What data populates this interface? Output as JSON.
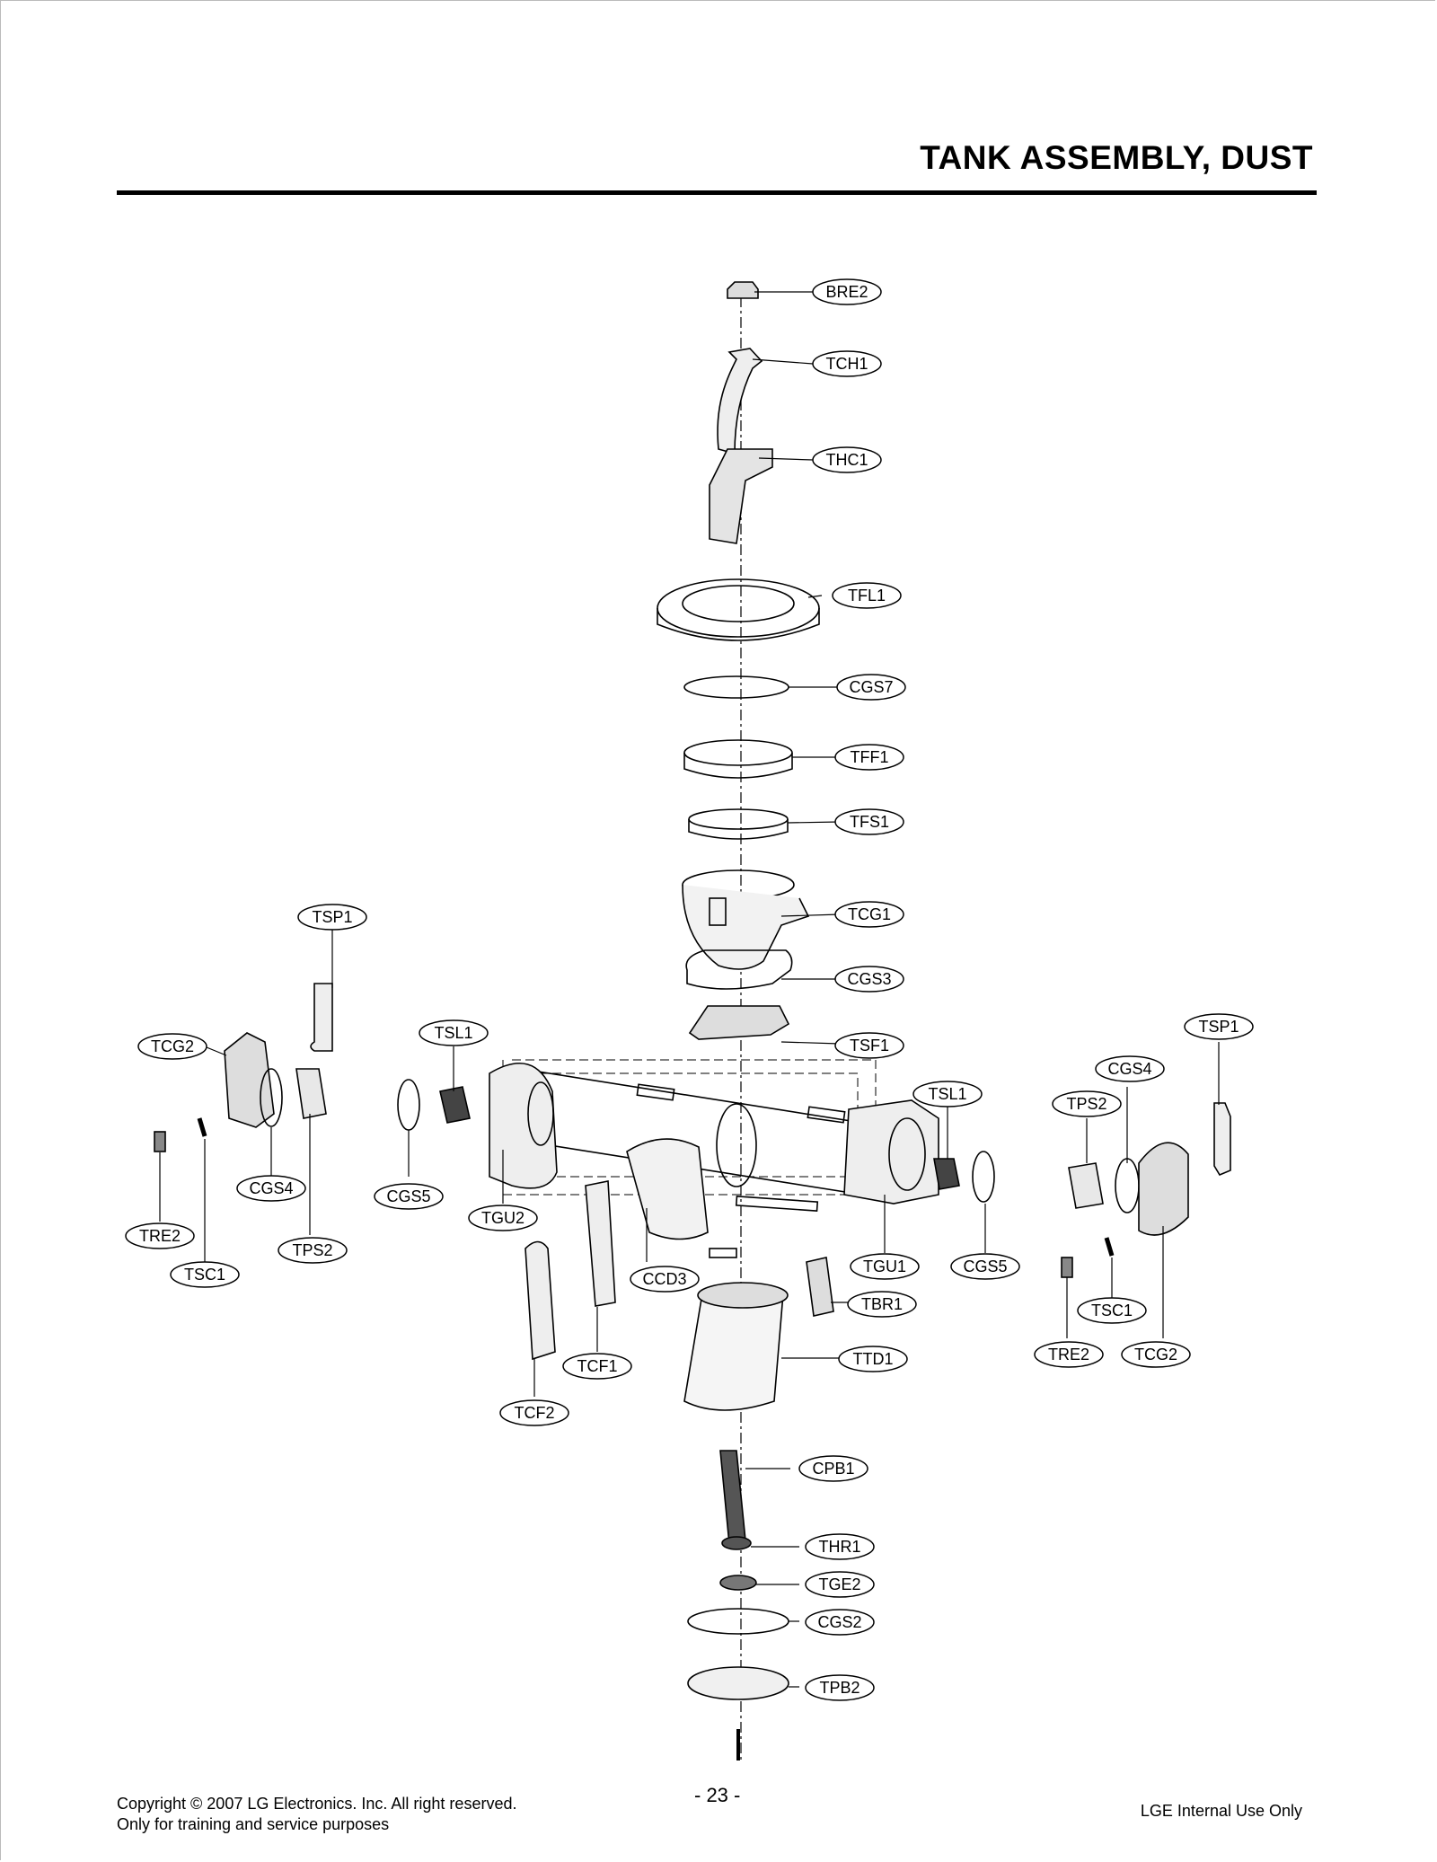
{
  "page": {
    "title": "TANK ASSEMBLY, DUST",
    "page_number": "- 23 -",
    "copyright": "Copyright © 2007 LG Electronics. Inc. All right reserved.",
    "usage": "Only for training and service purposes",
    "internal": "LGE Internal Use Only"
  },
  "callouts": [
    "BRE2",
    "TCH1",
    "THC1",
    "TFL1",
    "CGS7",
    "TFF1",
    "TFS1",
    "TCG1",
    "CGS3",
    "TSF1",
    "TSP1",
    "TCG2",
    "TSL1",
    "CGS4",
    "CGS5",
    "TGU2",
    "TRE2",
    "TPS2",
    "TSC1",
    "CCD3",
    "TCF1",
    "TCF2",
    "TGU1",
    "TBR1",
    "TTD1",
    "TSL1",
    "TPS2",
    "CGS4",
    "TSP1",
    "CGS5",
    "TSC1",
    "TRE2",
    "TCG2",
    "CPB1",
    "THR1",
    "TGE2",
    "CGS2",
    "TPB2"
  ]
}
